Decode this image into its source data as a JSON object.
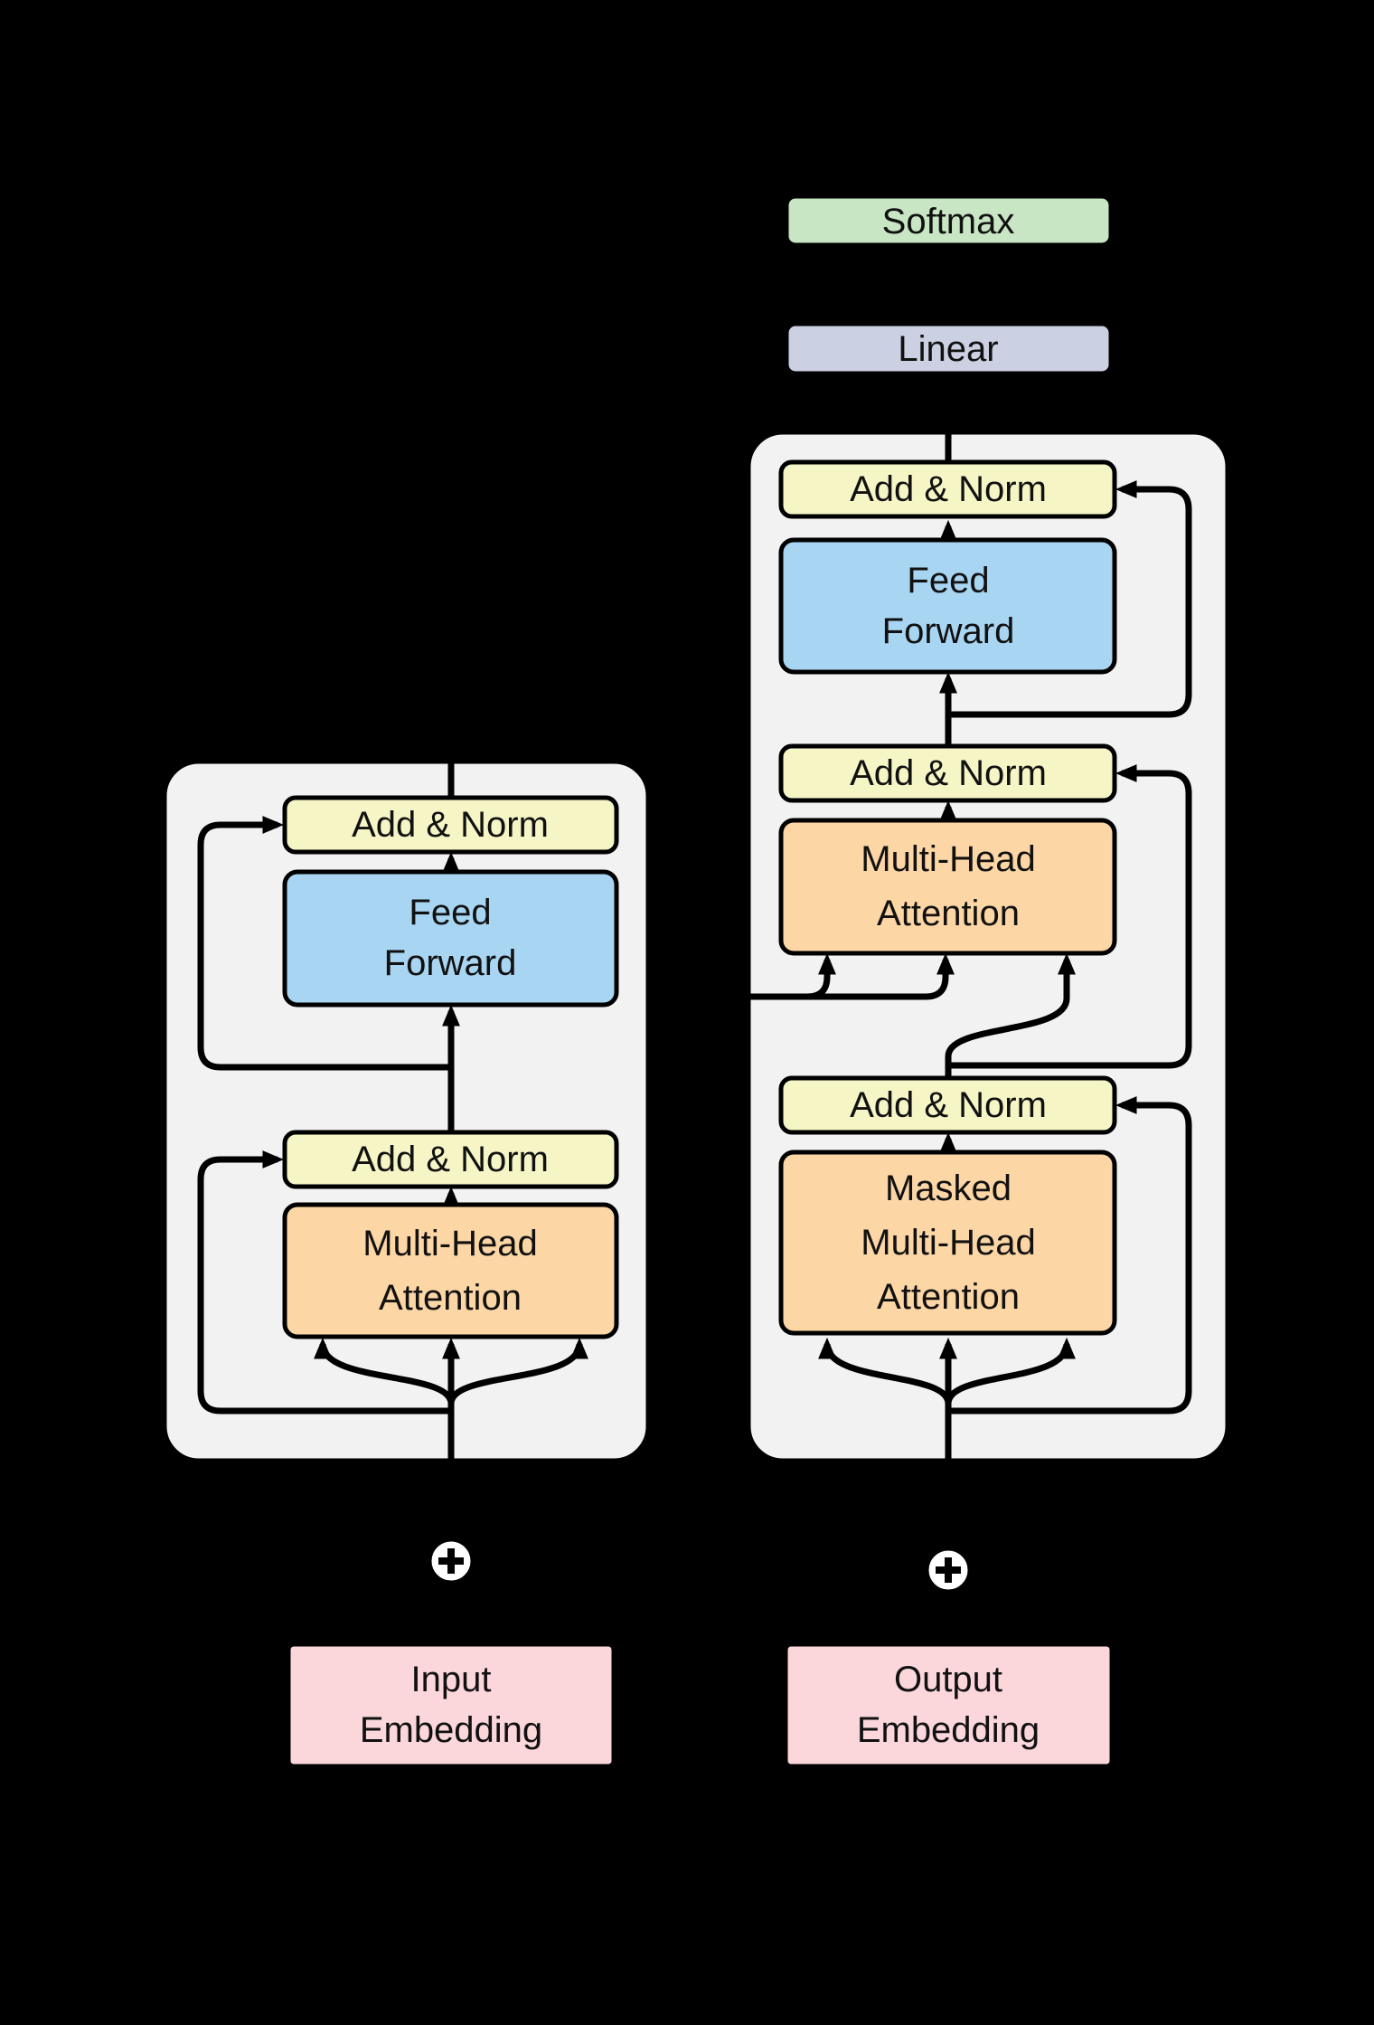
{
  "labels": {
    "softmax": "Softmax",
    "linear": "Linear",
    "encoder": {
      "add_norm_1": "Add & Norm",
      "feed_forward": [
        "Feed",
        "Forward"
      ],
      "add_norm_2": "Add & Norm",
      "attention": [
        "Multi-Head",
        "Attention"
      ],
      "input_embedding": [
        "Input",
        "Embedding"
      ]
    },
    "decoder": {
      "add_norm_1": "Add & Norm",
      "feed_forward": [
        "Feed",
        "Forward"
      ],
      "add_norm_2": "Add & Norm",
      "attention": [
        "Multi-Head",
        "Attention"
      ],
      "add_norm_3": "Add & Norm",
      "masked_attention": [
        "Masked",
        "Multi-Head",
        "Attention"
      ],
      "output_embedding": [
        "Output",
        "Embedding"
      ]
    }
  },
  "colors": {
    "background": "#000000",
    "container": "#f2f2f2",
    "outline": "#000000",
    "arrow": "#000000",
    "text": "#111111",
    "add_norm": "#f6f5c6",
    "feed_forward": "#a8d5f2",
    "attention": "#fcd6a5",
    "embedding": "#fbd6db",
    "softmax": "#c8e6c3",
    "linear": "#ccd0e3",
    "plus_node": "#ffffff"
  }
}
